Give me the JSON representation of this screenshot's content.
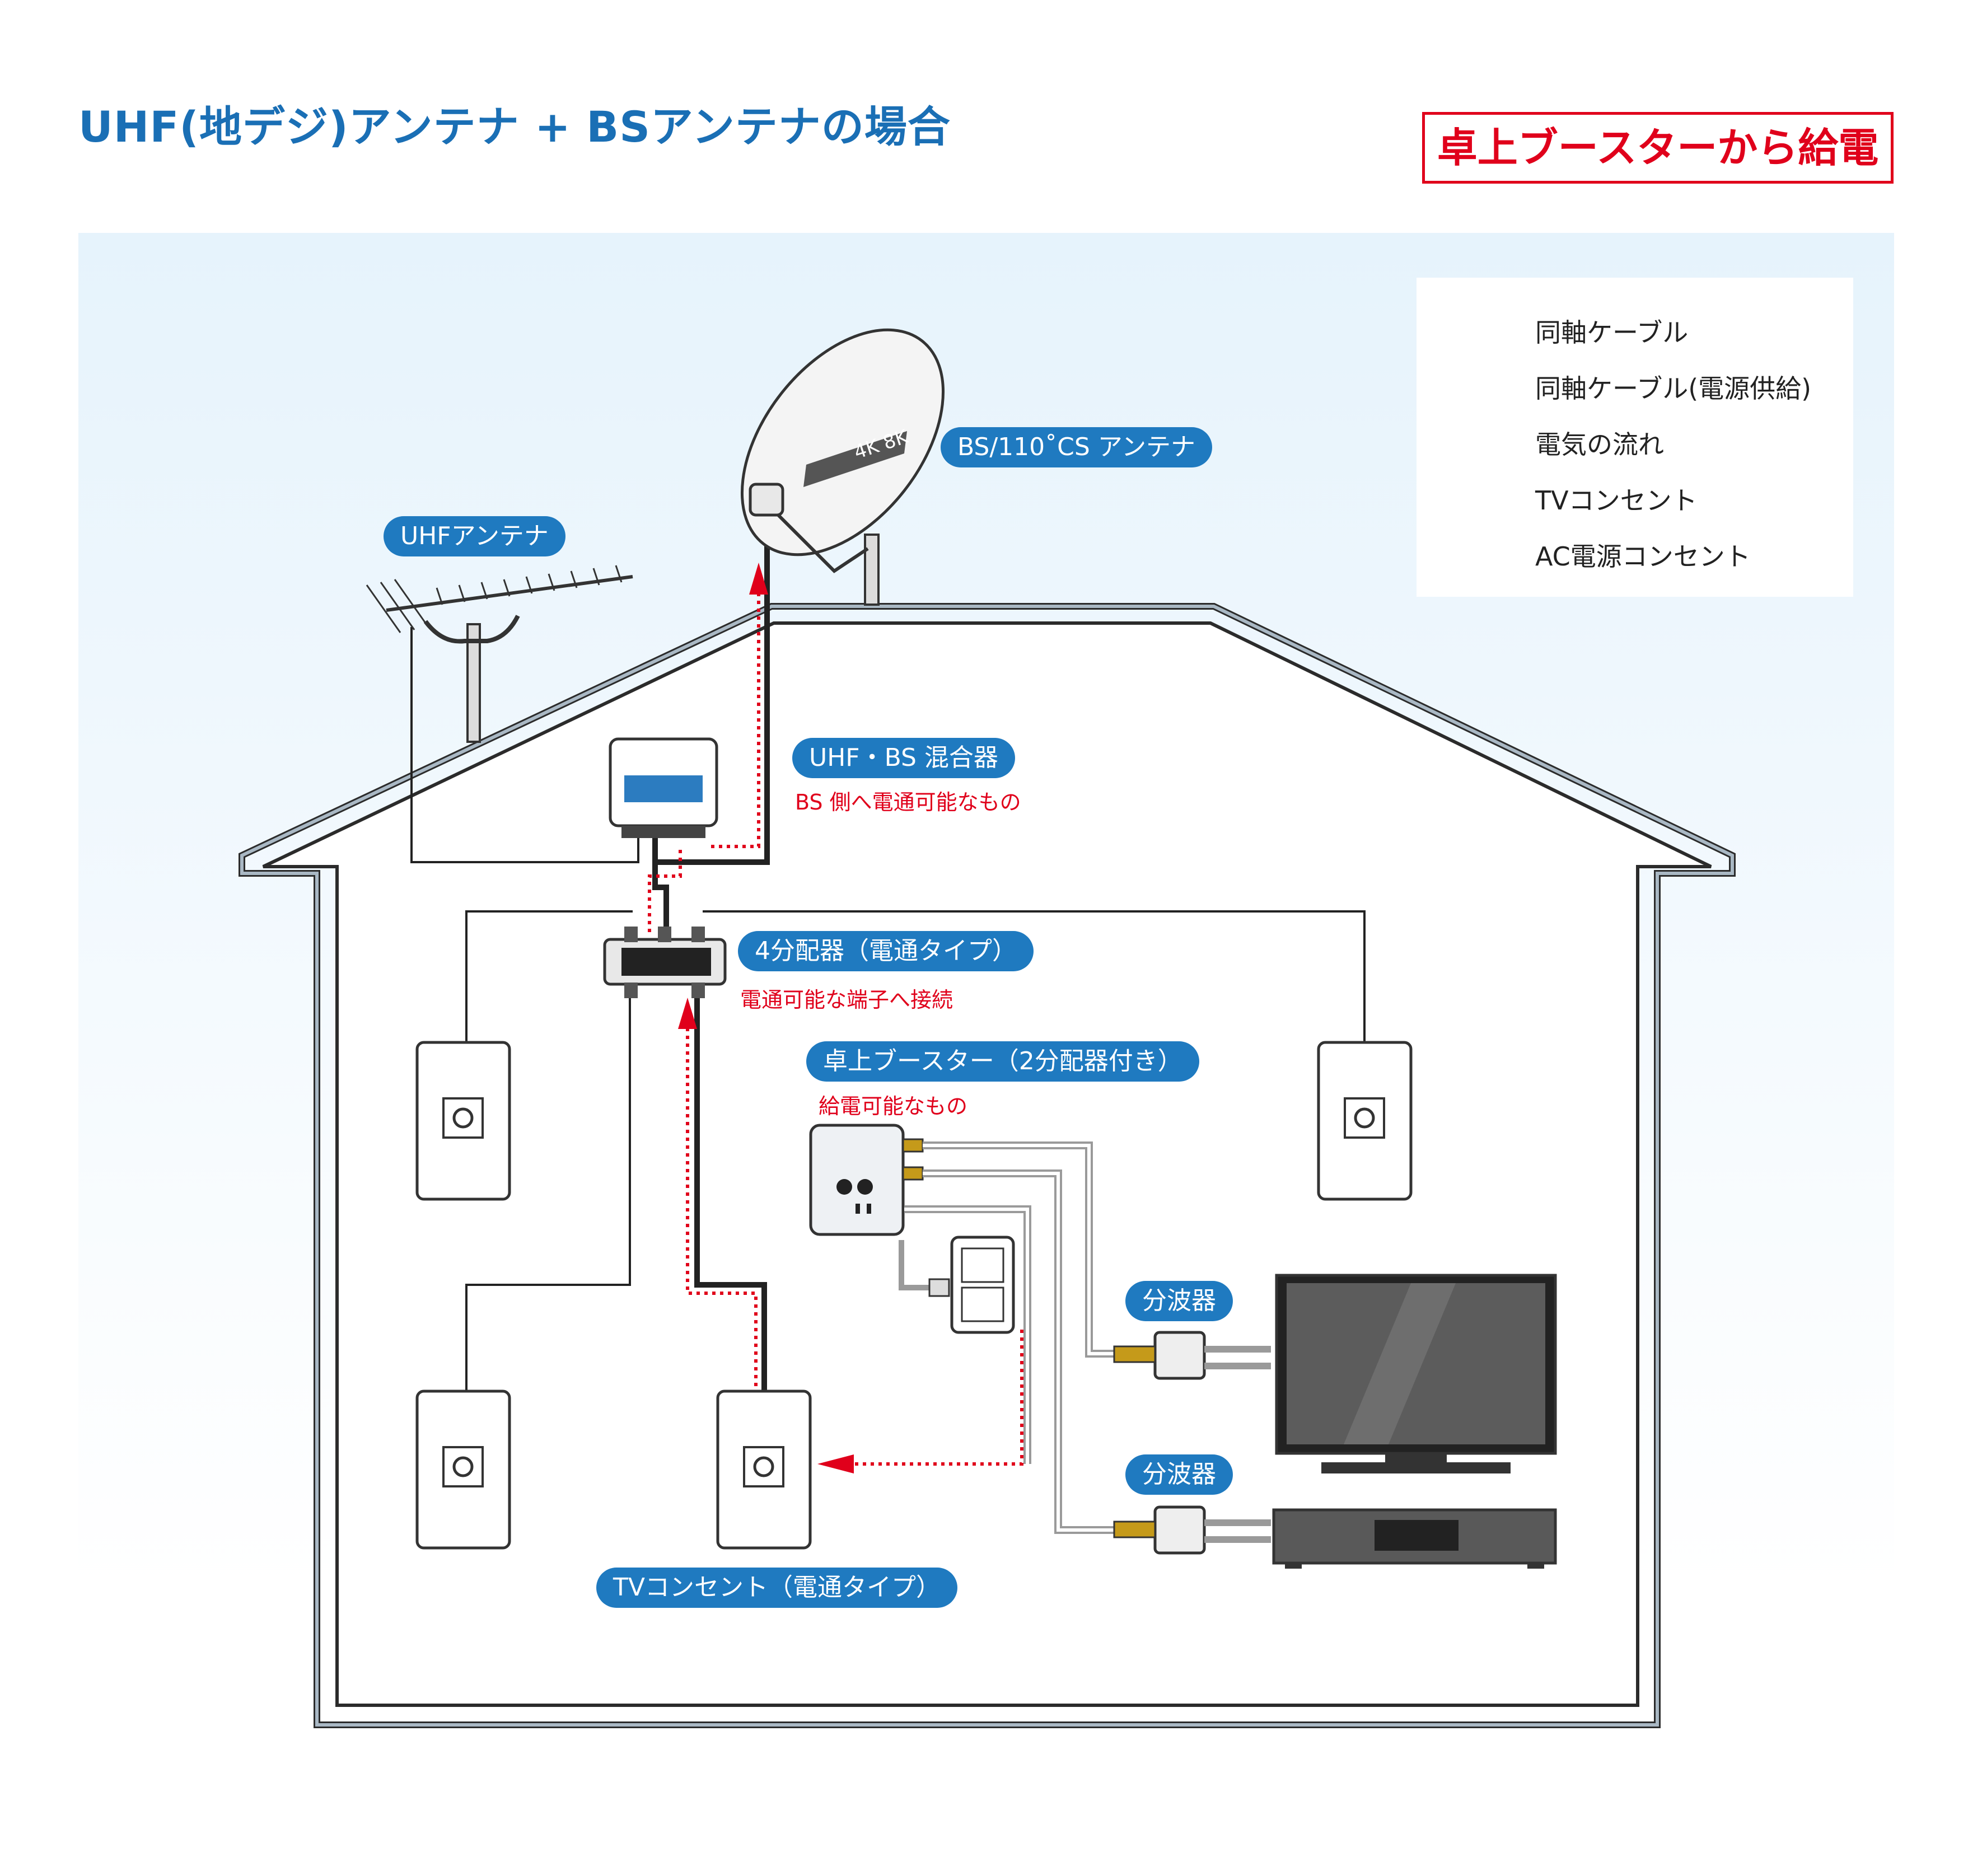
{
  "header": {
    "title": "UHF(地デジ)アンテナ + BSアンテナの場合",
    "badge": "卓上ブースターから給電"
  },
  "legend": {
    "items": [
      {
        "icon": "thin-line-icon",
        "label": "同軸ケーブル"
      },
      {
        "icon": "thick-line-icon",
        "label": "同軸ケーブル(電源供給)"
      },
      {
        "icon": "red-dotted-arrow-icon",
        "label": "電気の流れ"
      },
      {
        "icon": "tv-outlet-icon",
        "label": "TVコンセント"
      },
      {
        "icon": "ac-outlet-icon",
        "label": "AC電源コンセント"
      }
    ]
  },
  "dish_logo": "4K 8K",
  "labels": {
    "bs_antenna": "BS/110˚CS アンテナ",
    "uhf_antenna": "UHFアンテナ",
    "mixer": "UHF・BS 混合器",
    "mixer_note": "BS 側へ電通可能なもの",
    "splitter4": "4分配器（電通タイプ）",
    "splitter4_note": "電通可能な端子へ接続",
    "booster": "卓上ブースター（2分配器付き）",
    "booster_note": "給電可能なもの",
    "diplexer_tv": "分波器",
    "diplexer_recorder": "分波器",
    "tv_outlet": "TVコンセント（電通タイプ）"
  },
  "colors": {
    "accent_blue": "#1f7ac0",
    "title_blue": "#1a6fb5",
    "alert_red": "#e0001b",
    "house_wall": "#a9b8c4",
    "sky_top": "#e6f3fc"
  }
}
